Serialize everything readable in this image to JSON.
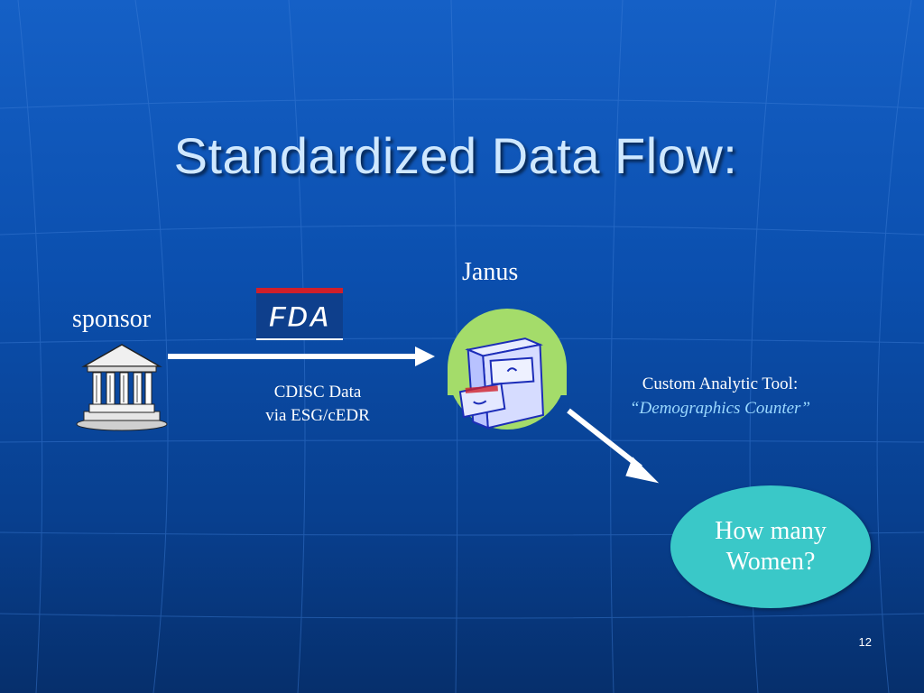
{
  "slide": {
    "title": "Standardized Data Flow:",
    "page_number": "12"
  },
  "labels": {
    "sponsor": "sponsor",
    "janus": "Janus",
    "cdisc_line1": "CDISC Data",
    "cdisc_line2": "via ESG/cEDR",
    "tool_line1": "Custom Analytic Tool:",
    "tool_line2": "“Demographics Counter”",
    "question_line1": "How many",
    "question_line2": "Women?"
  },
  "logo": {
    "fda_text": "FDA"
  },
  "icons": {
    "sponsor": "institution-building-icon",
    "janus": "filing-cabinet-icon",
    "arrow1": "arrow-right-icon",
    "arrow2": "arrow-down-right-icon"
  },
  "colors": {
    "background": "#0b4fae",
    "title_text": "#cfe8ff",
    "question_bubble": "#3ac8c8",
    "janus_circle": "#a4dc6a",
    "fda_blue": "#0e3f8c",
    "fda_red": "#d01f2a",
    "subtitle_italic": "#9ad8ff"
  }
}
